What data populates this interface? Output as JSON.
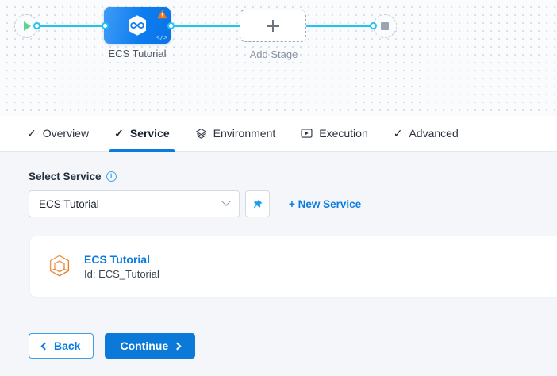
{
  "pipeline": {
    "start_node": {
      "icon": "play-icon",
      "label": ""
    },
    "stage": {
      "icon": "harness-hexagon-icon",
      "warning_icon": "warning-triangle-icon",
      "code_icon": "code-brackets-icon",
      "label": "ECS Tutorial"
    },
    "add_stage": {
      "icon": "plus-icon",
      "label": "Add Stage"
    },
    "end_node": {
      "icon": "stop-square-icon",
      "label": ""
    }
  },
  "tabs": [
    {
      "label": "Overview",
      "icon": "check-icon",
      "active": false
    },
    {
      "label": "Service",
      "icon": "check-icon",
      "active": true
    },
    {
      "label": "Environment",
      "icon": "layers-diamond-icon",
      "active": false
    },
    {
      "label": "Execution",
      "icon": "play-box-icon",
      "active": false
    },
    {
      "label": "Advanced",
      "icon": "check-icon",
      "active": false
    }
  ],
  "form": {
    "select_service_label": "Select Service",
    "info_icon": "info-icon",
    "info_glyph": "i",
    "select_value": "ECS Tutorial",
    "select_placeholder": "Select Service",
    "chevron_icon": "chevron-down-icon",
    "pin_icon": "pin-icon",
    "new_service_label": "+ New Service"
  },
  "service_card": {
    "icon": "cube-hexagon-icon",
    "title": "ECS Tutorial",
    "id_text": "Id: ECS_Tutorial"
  },
  "footer": {
    "back_label": "Back",
    "continue_label": "Continue",
    "back_icon": "chevron-left-icon",
    "continue_icon": "chevron-right-icon"
  },
  "colors": {
    "accent_blue": "#0b79d8",
    "wire_blue": "#22c3f3",
    "node_blue": "#0c7df0",
    "warning_orange": "#f0761e",
    "service_orange": "#e88b35",
    "start_green": "#5fd38d",
    "canvas_bg": "#f9fbfc",
    "content_bg": "#f4f6fa"
  }
}
